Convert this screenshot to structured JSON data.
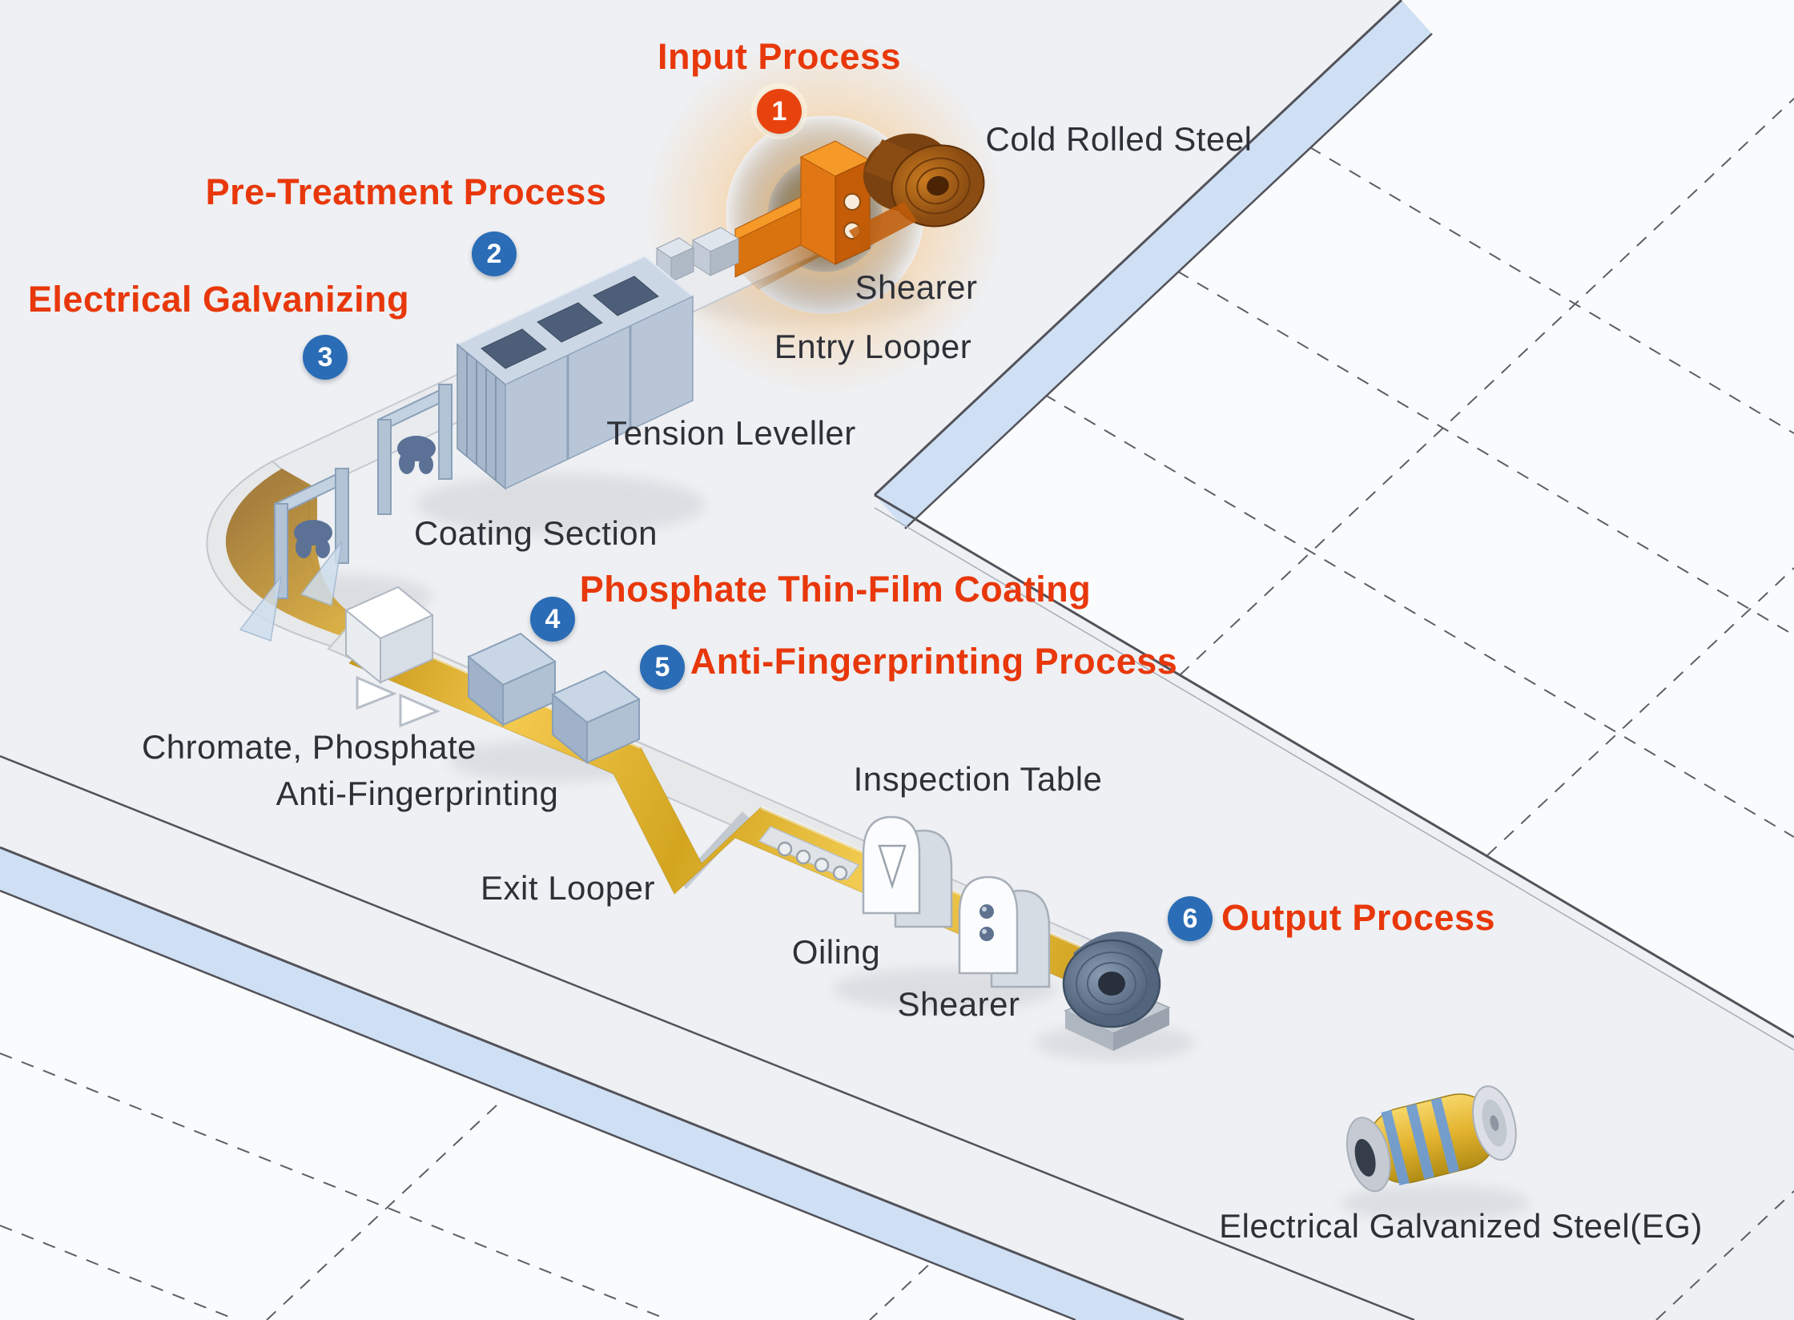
{
  "diagram": {
    "steps": [
      {
        "num": "1",
        "label": "Input Process"
      },
      {
        "num": "2",
        "label": "Pre-Treatment Process"
      },
      {
        "num": "3",
        "label": "Electrical Galvanizing"
      },
      {
        "num": "4",
        "label": "Phosphate Thin-Film Coating"
      },
      {
        "num": "5",
        "label": "Anti-Fingerprinting Process"
      },
      {
        "num": "6",
        "label": "Output Process"
      }
    ],
    "labels": {
      "cold_rolled_steel": "Cold Rolled Steel",
      "shearer_entry": "Shearer",
      "entry_looper": "Entry Looper",
      "tension_leveller": "Tension Leveller",
      "coating_section": "Coating Section",
      "chromate_phosphate": "Chromate, Phosphate",
      "anti_fingerprinting": "Anti-Fingerprinting",
      "exit_looper": "Exit Looper",
      "inspection_table": "Inspection Table",
      "oiling": "Oiling",
      "shearer_exit": "Shearer",
      "output_product": "Electrical Galvanized Steel(EG)"
    },
    "colors": {
      "step_label_red": "#e8380b",
      "badge_blue": "#2a6cb5",
      "badge_orange": "#e8430e",
      "equipment_label": "#2e3037",
      "strip_gold": "#e9b62a",
      "machine_blue_gray": "#b9c8da",
      "uncoiler_orange": "#ef8c1a",
      "floor_stripe_blue": "#cfe0f4"
    }
  }
}
